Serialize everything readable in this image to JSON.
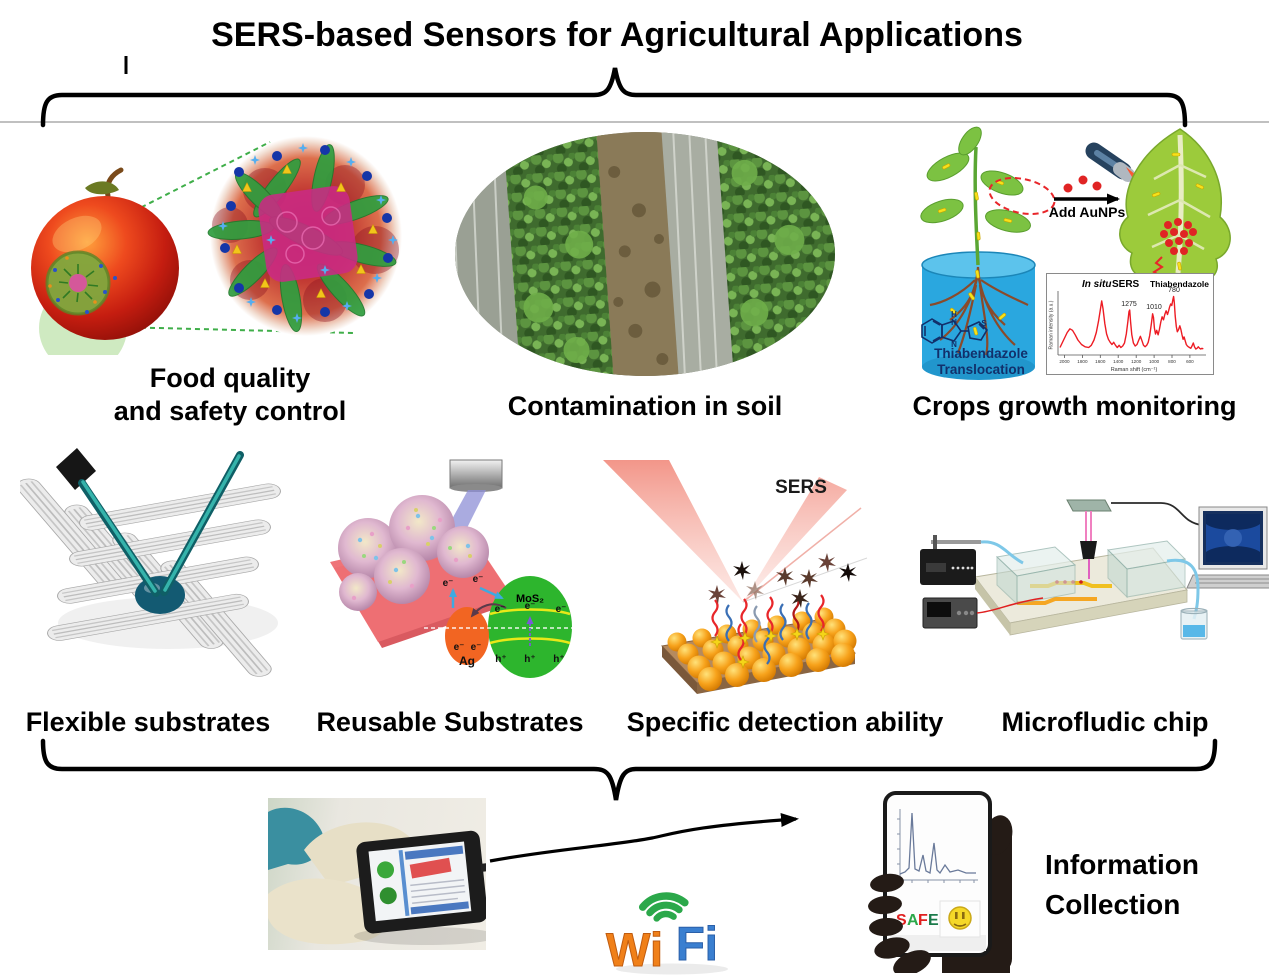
{
  "title": "SERS-based Sensors for Agricultural Applications",
  "top_row": {
    "food": {
      "caption_line1": "Food quality",
      "caption_line2": "and safety control"
    },
    "soil": {
      "caption": "Contamination in soil"
    },
    "crops": {
      "caption": "Crops growth monitoring",
      "add_aunps": "Add AuNPs",
      "molecule_line1": "Thiabendazole",
      "molecule_line2": "Translocation",
      "atoms": {
        "h": "H",
        "n_top": "N",
        "n_bottom": "N",
        "s": "S"
      }
    }
  },
  "middle_row": {
    "flexible": {
      "caption": "Flexible substrates"
    },
    "reusable": {
      "caption": "Reusable Substrates",
      "mos2": "MoS₂",
      "ag": "Ag",
      "electron": "e⁻",
      "hole": "h⁺"
    },
    "specific": {
      "caption": "Specific detection ability",
      "sers": "SERS"
    },
    "microfluidic": {
      "caption": "Microfludic chip"
    }
  },
  "bottom_row": {
    "wifi": {
      "wi": "Wi",
      "fi": "Fi"
    },
    "phone": {
      "safe_letters": [
        "S",
        "A",
        "F",
        "E"
      ]
    },
    "info_line1": "Information",
    "info_line2": "Collection"
  },
  "chart_data": {
    "type": "line",
    "title_italic": "In situ",
    "title_rest": " SERS",
    "annotation": "Thiabendazole",
    "xlabel": "Raman shift (cm⁻¹)",
    "ylabel": "Raman intensity (a.u.)",
    "x_axis_reversed": true,
    "xlim": [
      2050,
      420
    ],
    "ylim": [
      0,
      1
    ],
    "x_ticks": [
      "2000",
      "1800",
      "1600",
      "1400",
      "1200",
      "1000",
      "800",
      "600"
    ],
    "peak_labels": [
      "1275",
      "1010",
      "780"
    ],
    "line_color": "#ed1c24",
    "x": [
      2050,
      2010,
      1970,
      1940,
      1910,
      1880,
      1850,
      1810,
      1770,
      1730,
      1700,
      1670,
      1645,
      1620,
      1600,
      1585,
      1570,
      1550,
      1530,
      1510,
      1490,
      1470,
      1450,
      1430,
      1410,
      1390,
      1370,
      1350,
      1330,
      1310,
      1292,
      1280,
      1272,
      1262,
      1248,
      1230,
      1210,
      1190,
      1170,
      1152,
      1135,
      1118,
      1100,
      1082,
      1065,
      1048,
      1030,
      1016,
      1006,
      996,
      984,
      970,
      955,
      940,
      925,
      910,
      895,
      880,
      865,
      850,
      838,
      826,
      814,
      802,
      790,
      782,
      774,
      764,
      752,
      740,
      726,
      712,
      700,
      688,
      676,
      664,
      652,
      640,
      628,
      616,
      604,
      590,
      576,
      562,
      548,
      534,
      520,
      506,
      492,
      478,
      464,
      450
    ],
    "y": [
      0.1,
      0.2,
      0.3,
      0.35,
      0.33,
      0.27,
      0.2,
      0.14,
      0.11,
      0.1,
      0.13,
      0.2,
      0.3,
      0.45,
      0.6,
      0.72,
      0.62,
      0.42,
      0.28,
      0.21,
      0.17,
      0.14,
      0.17,
      0.13,
      0.1,
      0.13,
      0.1,
      0.12,
      0.16,
      0.28,
      0.45,
      0.58,
      0.6,
      0.44,
      0.27,
      0.16,
      0.12,
      0.14,
      0.2,
      0.25,
      0.19,
      0.13,
      0.11,
      0.13,
      0.17,
      0.26,
      0.42,
      0.55,
      0.5,
      0.36,
      0.28,
      0.33,
      0.27,
      0.34,
      0.44,
      0.51,
      0.47,
      0.54,
      0.59,
      0.54,
      0.59,
      0.64,
      0.68,
      0.66,
      0.74,
      0.78,
      0.7,
      0.52,
      0.38,
      0.31,
      0.34,
      0.39,
      0.34,
      0.27,
      0.21,
      0.24,
      0.19,
      0.14,
      0.12,
      0.11,
      0.1,
      0.09,
      0.12,
      0.16,
      0.11,
      0.08,
      0.09,
      0.11,
      0.09,
      0.08,
      0.09,
      0.08
    ]
  }
}
